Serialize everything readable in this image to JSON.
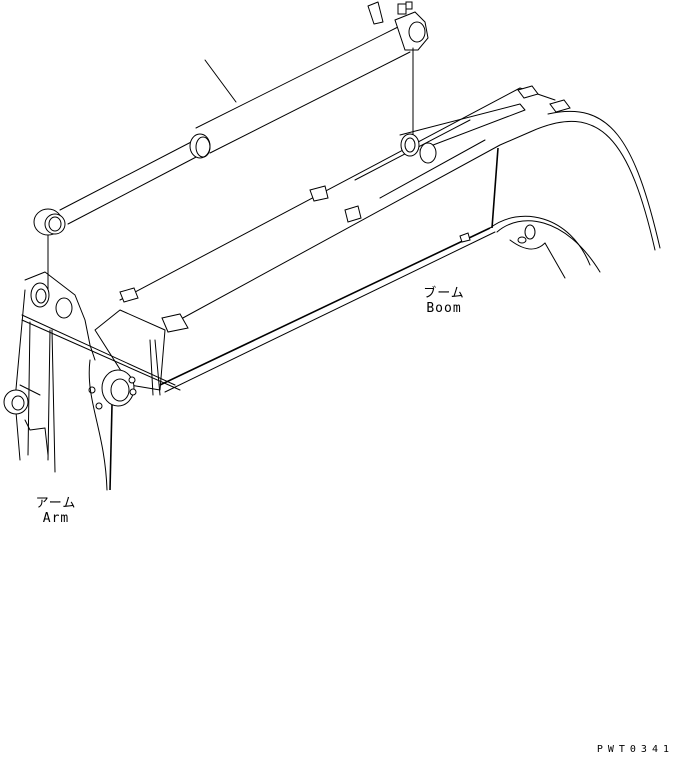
{
  "diagram": {
    "type": "exploded-parts-illustration",
    "subject": "excavator boom, arm and hydraulic cylinder",
    "labels": {
      "boom": {
        "jp": "ブーム",
        "en": "Boom"
      },
      "arm": {
        "jp": "アーム",
        "en": "Arm"
      }
    },
    "drawing_code": "PWT0341",
    "colors": {
      "line": "#000000",
      "background": "#ffffff"
    }
  }
}
